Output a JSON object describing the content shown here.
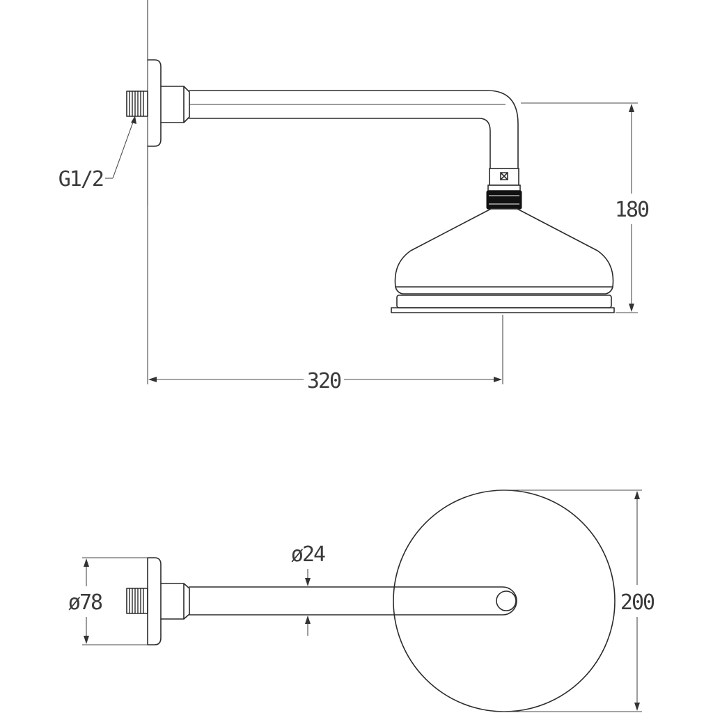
{
  "labels": {
    "thread": "G1/2",
    "height": "180",
    "length": "320",
    "pipe_diameter": "ø24",
    "flange_diameter": "ø78",
    "head_diameter": "200"
  }
}
